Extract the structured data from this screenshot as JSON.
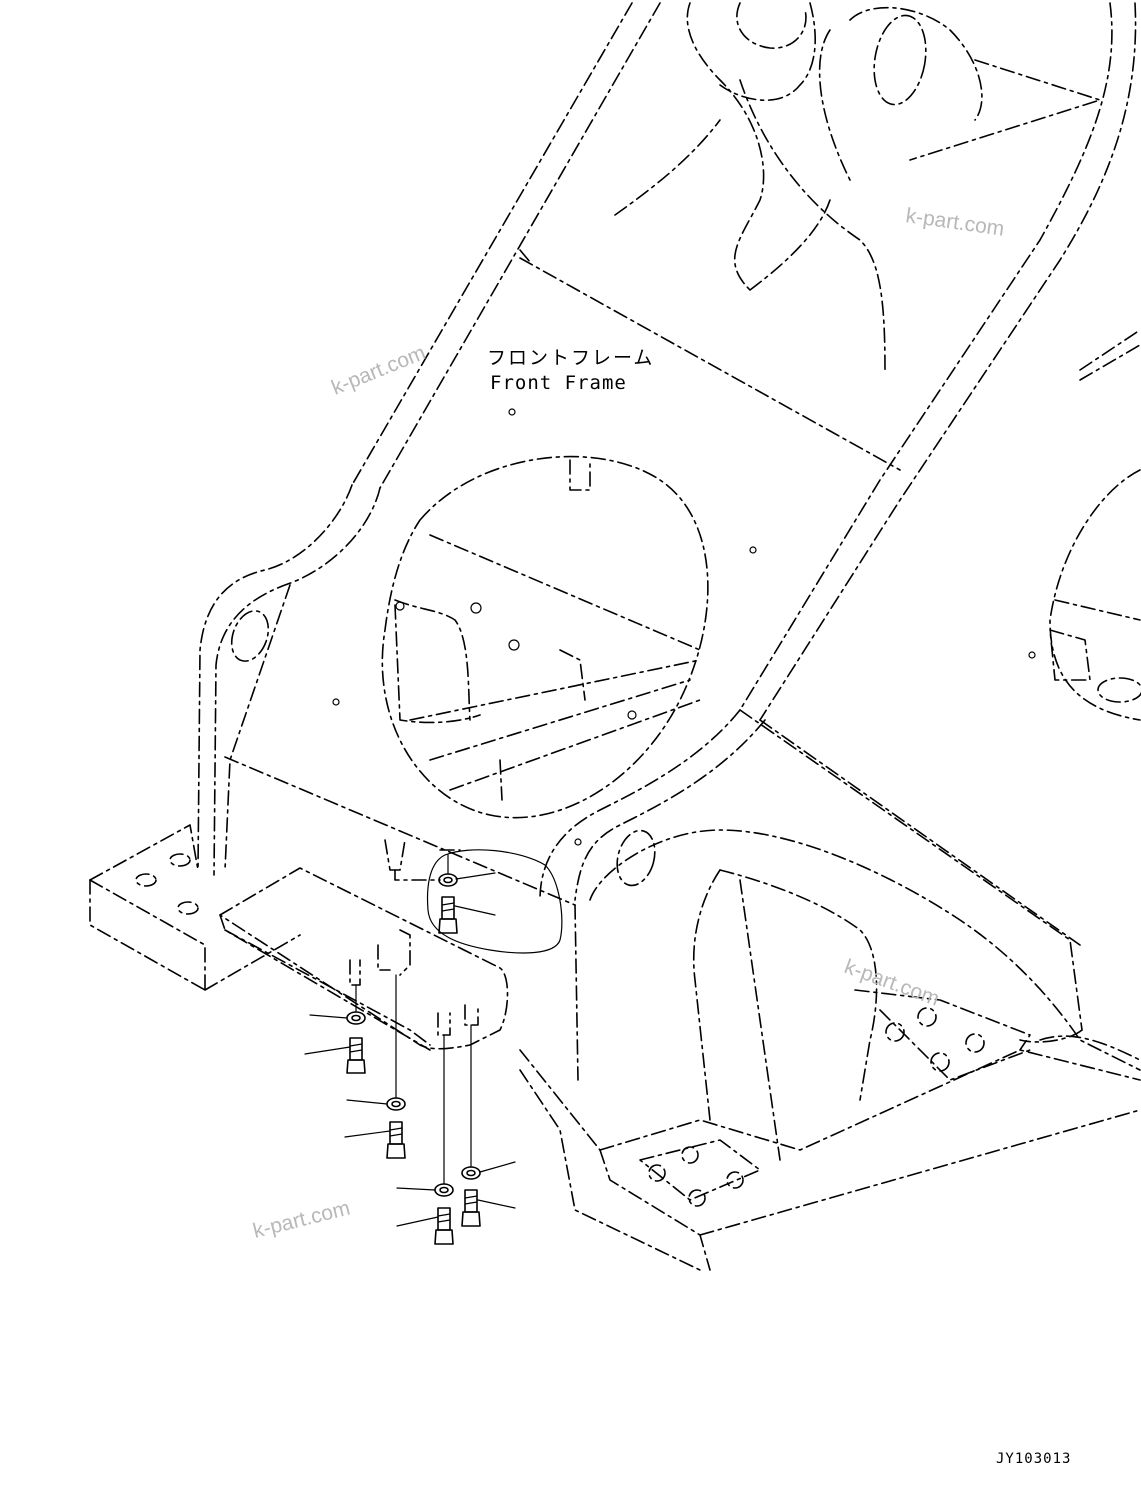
{
  "diagram": {
    "part_name_jp": "フロントフレーム",
    "part_name_en": "Front Frame",
    "drawing_code": "JY103013",
    "watermarks": [
      "k-part.com",
      "k-part.com",
      "k-part.com",
      "k-part.com"
    ]
  },
  "colors": {
    "line": "#000000",
    "watermark": "#b8b8b8",
    "background": "#ffffff"
  }
}
